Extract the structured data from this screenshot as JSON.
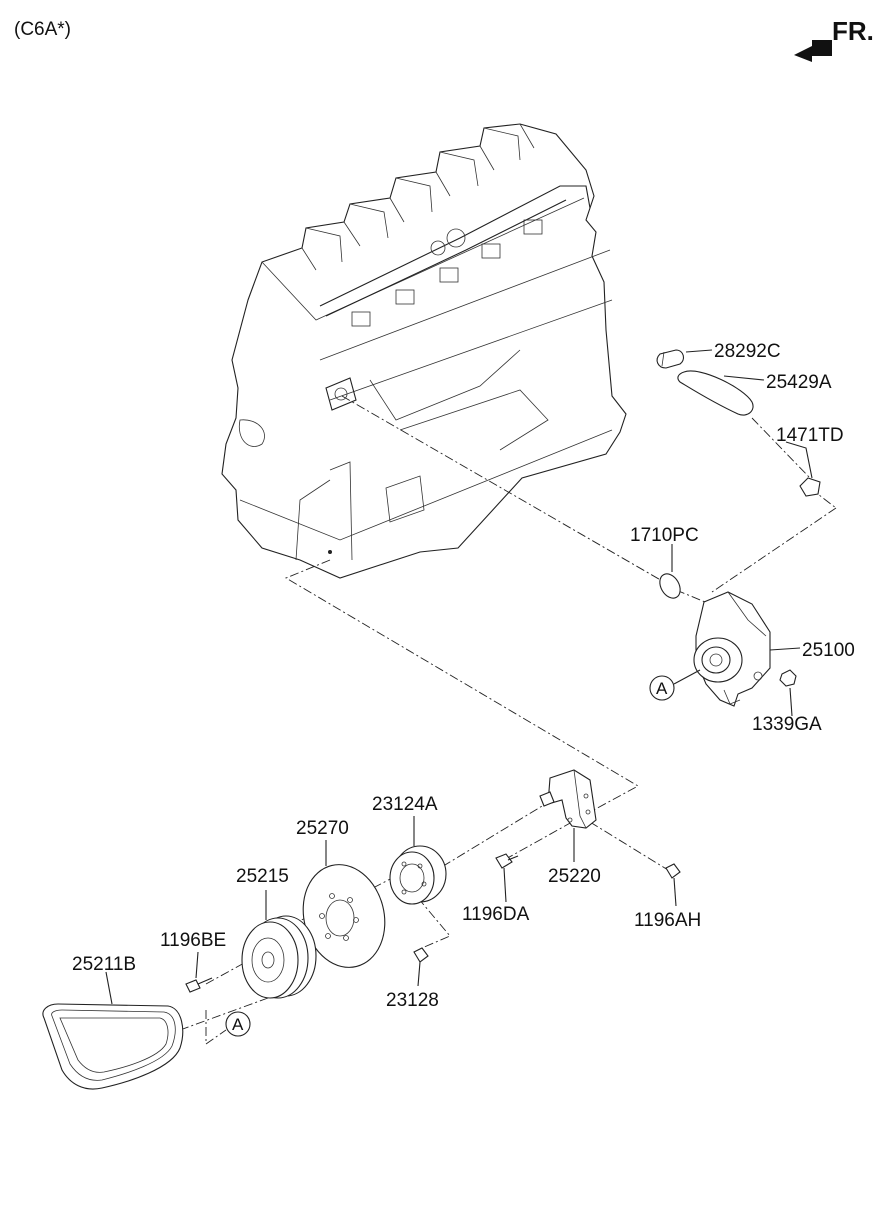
{
  "header": {
    "variant": "(C6A*)",
    "direction_label": "FR."
  },
  "callouts": {
    "ref_a_top": "A",
    "ref_a_bottom": "A"
  },
  "parts": {
    "p28292C": "28292C",
    "p25429A": "25429A",
    "p1471TD": "1471TD",
    "p1710PC": "1710PC",
    "p25100": "25100",
    "p1339GA": "1339GA",
    "p23124A": "23124A",
    "p25270": "25270",
    "p25215": "25215",
    "p25220": "25220",
    "p1196DA": "1196DA",
    "p1196AH": "1196AH",
    "p1196BE": "1196BE",
    "p25211B": "25211B",
    "p23128": "23128"
  }
}
